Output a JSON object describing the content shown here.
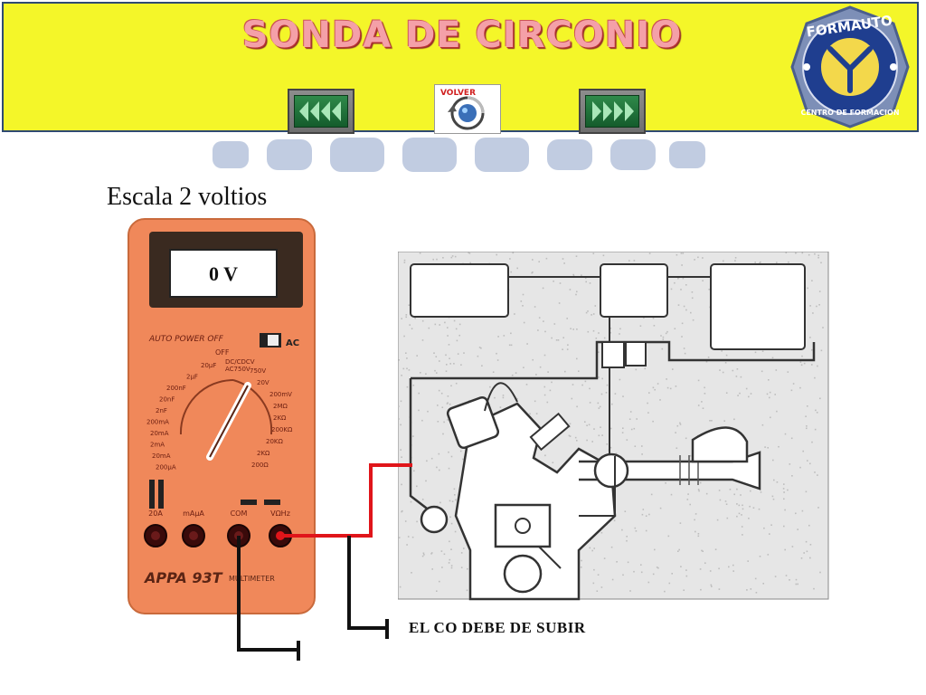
{
  "header": {
    "title": "SONDA DE CIRCONIO",
    "logo_top": "FORMAUTO",
    "logo_bottom": "CENTRO DE FORMACION",
    "volver_label": "VOLVER",
    "brand_color": "#f4f629"
  },
  "multimeter": {
    "display": "0 V",
    "brand": "APPA 93T",
    "model_suffix": "MULTIMETER",
    "topline": "AUTO POWER OFF",
    "dial": {
      "off": "OFF",
      "dc": "DC/CDCV",
      "ac": "AC750V",
      "labels_left": [
        "20µF",
        "2µF",
        "200nF",
        "20nF",
        "2nF",
        "200mA",
        "20mA",
        "2mA",
        "20mA",
        "200µA"
      ],
      "labels_right": [
        "750V",
        "20V",
        "200mV",
        "2MΩ",
        "2KΩ",
        "200KΩ",
        "20KΩ",
        "2KΩ",
        "200Ω"
      ]
    },
    "jacks": [
      "20A",
      "mAµA",
      "COM",
      "VΩHz"
    ],
    "ac_label": "AC"
  },
  "labels": {
    "scale": "Escala 2 voltios",
    "co": "EL CO DEBE DE SUBIR"
  }
}
